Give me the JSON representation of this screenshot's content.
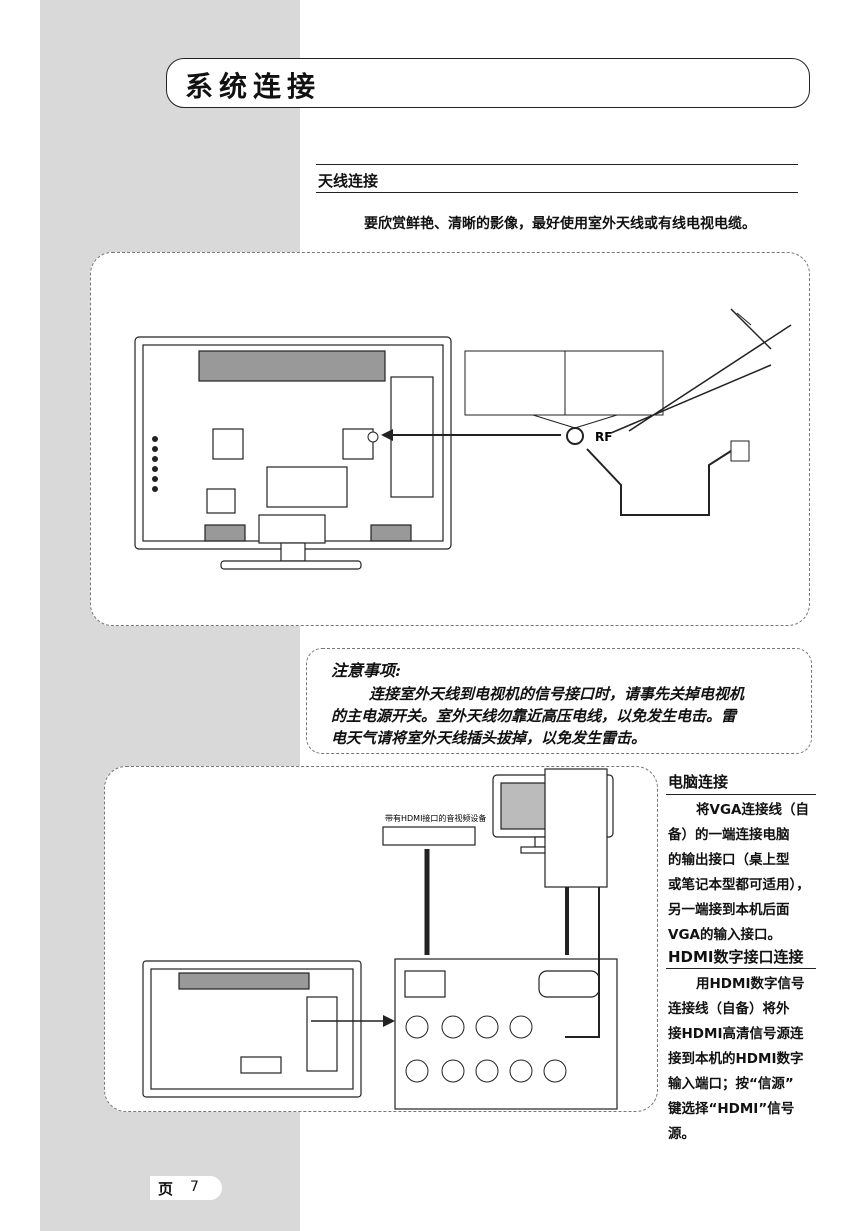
{
  "title": "系统连接",
  "antenna": {
    "heading": "天线连接",
    "intro": "要欣赏鲜艳、清晰的影像，最好使用室外天线或有线电视电缆。",
    "rf_label": "RF"
  },
  "note": {
    "title": "注意事项:",
    "lines": [
      "连接室外天线到电视机的信号接口时，请事先关掉电视机",
      "的主电源开关。室外天线勿靠近高压电线，以免发生电击。雷",
      "电天气请将室外天线插头拔掉，以免发生雷击。"
    ]
  },
  "pc": {
    "heading": "电脑连接",
    "lines": [
      "将VGA连接线（自",
      "备）的一端连接电脑",
      "的输出接口（桌上型",
      "或笔记本型都可适用），",
      "另一端接到本机后面",
      "VGA的输入接口。"
    ]
  },
  "hdmi": {
    "heading": "HDMI数字接口连接",
    "lines": [
      "用HDMI数字信号",
      "连接线（自备）将外",
      "接HDMI高清信号源连",
      "接到本机的HDMI数字",
      "输入端口；按“信源”",
      "键选择“HDMI”信号",
      "源。"
    ],
    "device_label": "带有HDMI接口的音视频设备"
  },
  "page": {
    "label": "页",
    "number": "7"
  }
}
